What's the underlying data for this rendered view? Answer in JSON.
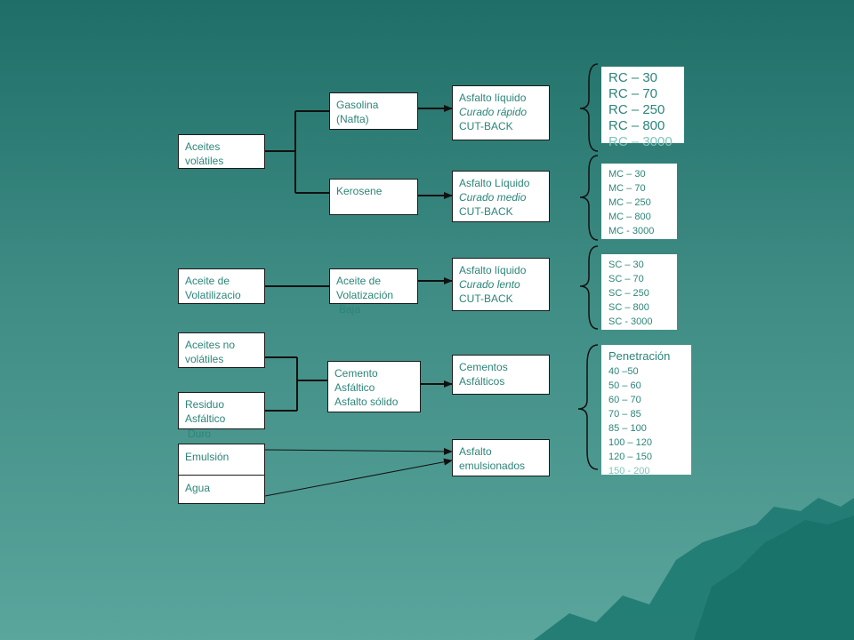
{
  "sources": {
    "aceites_volatiles": [
      "Aceites",
      "volátiles"
    ],
    "aceite_volatilizacion": [
      "Aceite de",
      "Volatilizacio"
    ],
    "aceites_no_volatiles": [
      "Aceites no",
      "volátiles"
    ],
    "residuo_asfaltico": [
      "Residuo",
      "Asfáltico",
      "Duro"
    ],
    "emulsion": "Emulsión",
    "agua": "Agua"
  },
  "intermediates": {
    "gasolina": [
      "Gasolina",
      "(Nafta)"
    ],
    "kerosene": "Kerosene",
    "aceite_volatizacion": [
      "Aceite de",
      "Volatización",
      "Baja"
    ],
    "cemento": [
      "Cemento",
      "Asfáltico",
      "Asfalto sólido"
    ]
  },
  "products": {
    "curado_rapido": [
      "Asfalto líquido",
      "Curado  rápido",
      "CUT-BACK"
    ],
    "curado_medio": [
      "Asfalto Líquido",
      "Curado  medio",
      "CUT-BACK"
    ],
    "curado_lento": [
      "Asfalto líquido",
      "Curado  lento",
      "CUT-BACK"
    ],
    "cementos": [
      "Cementos",
      "Asfálticos"
    ],
    "emulsionados": [
      "Asfalto",
      "emulsionados"
    ]
  },
  "grades": {
    "rc": [
      "RC – 30",
      "RC – 70",
      "RC – 250",
      "RC – 800",
      "RC – 3000"
    ],
    "mc": [
      "MC – 30",
      "MC – 70",
      "MC – 250",
      "MC – 800",
      "MC - 3000"
    ],
    "sc": [
      "SC – 30",
      "SC – 70",
      "SC – 250",
      "SC – 800",
      "SC - 3000"
    ],
    "penetracion": {
      "title": "Penetración",
      "items": [
        "40 –50",
        "50 – 60",
        "60 – 70",
        "70 – 85",
        "85 – 100",
        "100  – 120",
        "120  – 150",
        "150  - 200"
      ]
    }
  },
  "colors": {
    "text": "#2c8579",
    "background_top": "#1f6f68",
    "background_bottom": "#5aa59c",
    "mountain": "#1e7a72"
  }
}
